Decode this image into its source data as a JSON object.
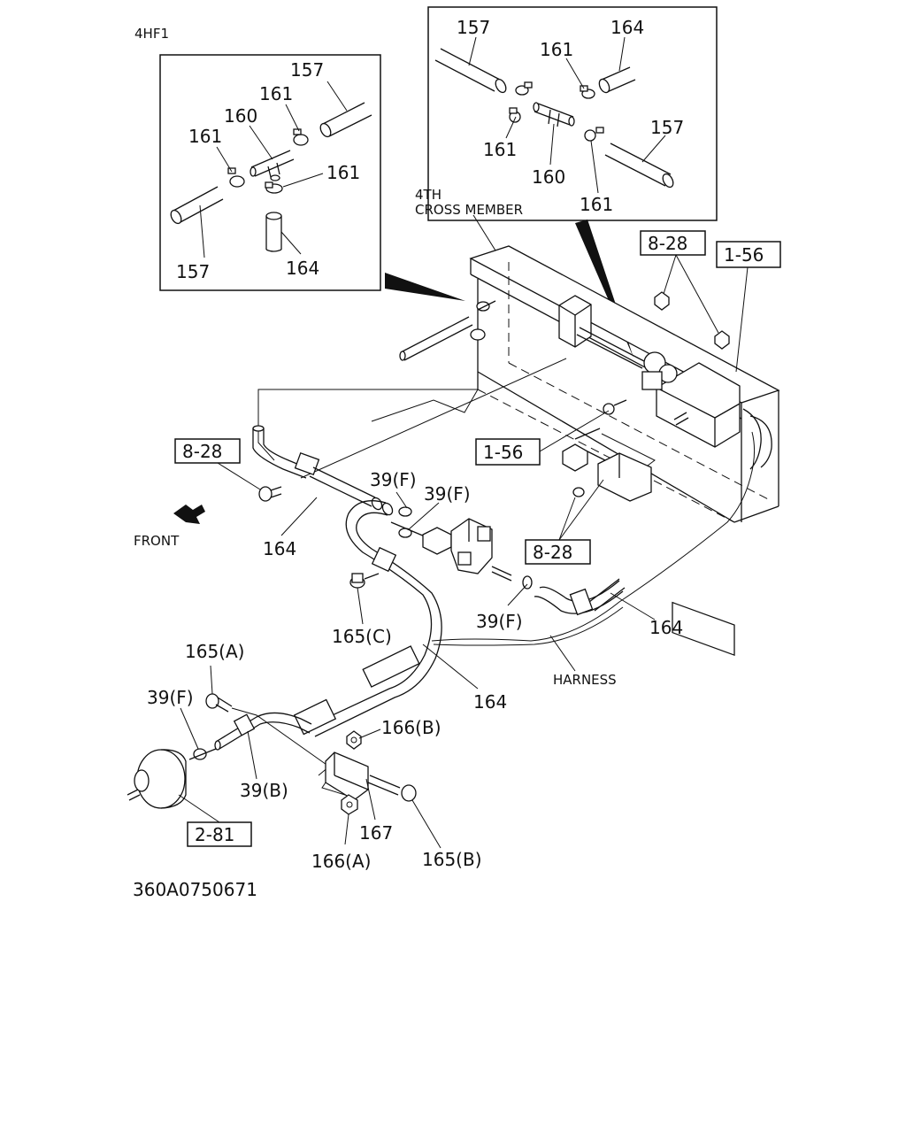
{
  "header_code": "4HF1",
  "footer_code": "360A0750671",
  "inset_left": {
    "labels": [
      "157",
      "161",
      "160",
      "161",
      "161",
      "157",
      "164"
    ]
  },
  "inset_right": {
    "labels": [
      "157",
      "161",
      "164",
      "161",
      "160",
      "157",
      "161"
    ]
  },
  "main": {
    "cross_member_line1": "4TH",
    "cross_member_line2": "CROSS MEMBER",
    "front": "FRONT",
    "harness": "HARNESS",
    "ref_boxes": [
      "8-28",
      "1-56",
      "8-28",
      "1-56",
      "8-28",
      "2-81"
    ],
    "callouts": {
      "hose_a": "164",
      "hose_b": "164",
      "hose_c": "164",
      "clip_1": "39(F)",
      "clip_2": "39(F)",
      "clip_3": "39(F)",
      "clip_4": "39(F)",
      "clip_b": "39(B)",
      "bolt_a": "165(A)",
      "bolt_b": "165(B)",
      "bolt_c": "165(C)",
      "nut_a": "166(A)",
      "nut_b": "166(B)",
      "bracket": "167"
    }
  }
}
